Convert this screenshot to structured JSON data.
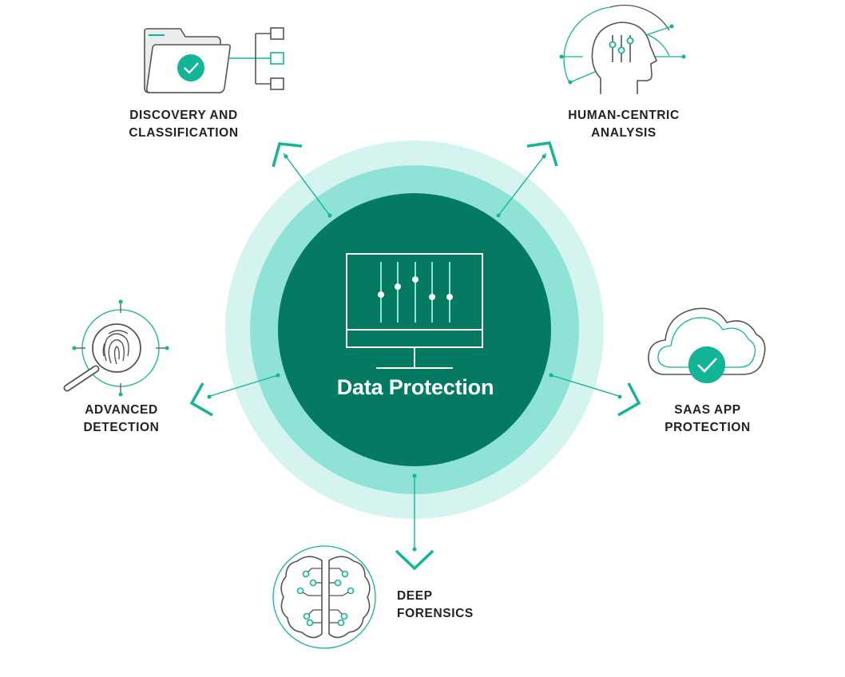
{
  "center": {
    "title": "Data Protection"
  },
  "features": {
    "discovery": {
      "line1": "DISCOVERY AND",
      "line2": "CLASSIFICATION",
      "icon": "folder-check-icon"
    },
    "human": {
      "line1": "HUMAN-CENTRIC",
      "line2": "ANALYSIS",
      "icon": "head-sliders-icon"
    },
    "advanced": {
      "line1": "ADVANCED",
      "line2": "DETECTION",
      "icon": "fingerprint-magnifier-icon"
    },
    "saas": {
      "line1": "SAAS APP",
      "line2": "PROTECTION",
      "icon": "cloud-check-icon"
    },
    "forensics": {
      "line1": "DEEP",
      "line2": "FORENSICS",
      "icon": "brain-circuit-icon"
    }
  },
  "colors": {
    "core": "#037A61",
    "ring_mid": "#8FE3D6",
    "ring_outer": "#D6F4EF",
    "accent": "#13B598",
    "icon_stroke": "#555555",
    "text": "#222222"
  }
}
